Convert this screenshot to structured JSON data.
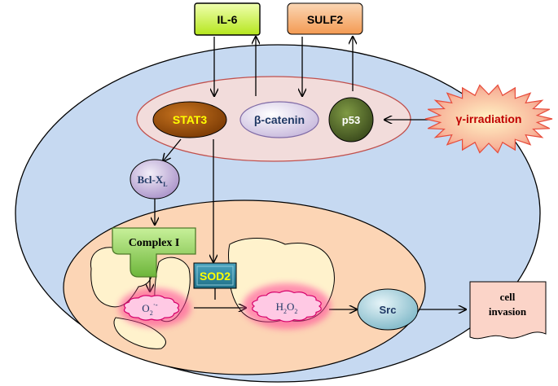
{
  "nodes": {
    "il6": "IL-6",
    "sulf2": "SULF2",
    "stat3": "STAT3",
    "beta_catenin": "β-catenin",
    "p53": "p53",
    "gamma_irradiation": "γ-irradiation",
    "bcl_xl_main": "Bcl-X",
    "bcl_xl_sub": "L",
    "complex_i": "Complex I",
    "sod2": "SOD2",
    "superoxide_main": "O",
    "superoxide_sub": "2",
    "superoxide_sup": "·-",
    "h2o2_h": "H",
    "h2o2_sub1": "2",
    "h2o2_o": "O",
    "h2o2_sub2": "2",
    "src": "Src",
    "cell_invasion_line1": "cell",
    "cell_invasion_line2": "invasion"
  },
  "colors": {
    "cell": "#c6d9f1",
    "nucleus": "#f2dcdb",
    "nucleus_border": "#c0504d",
    "mitochondrion": "#fcd5b5",
    "cristae": "#fff2cc",
    "il6_box": "#ccff33",
    "sulf2_box": "#f79646",
    "stat3": "#974806",
    "stat3_text": "#ffff00",
    "beta_catenin": "#e6e0ec",
    "beta_catenin_text": "#1f3864",
    "p53": "#4f6228",
    "burst": "#e74c3c",
    "burst_text": "#c00000",
    "complex_i": "#8fd14f",
    "sod2": "#31859c",
    "sod2_text": "#ffff00",
    "ros_fill": "#ffc0e0",
    "ros_border": "#d6006b",
    "src": "#b7dee8",
    "invasion": "#fbd4c8"
  }
}
